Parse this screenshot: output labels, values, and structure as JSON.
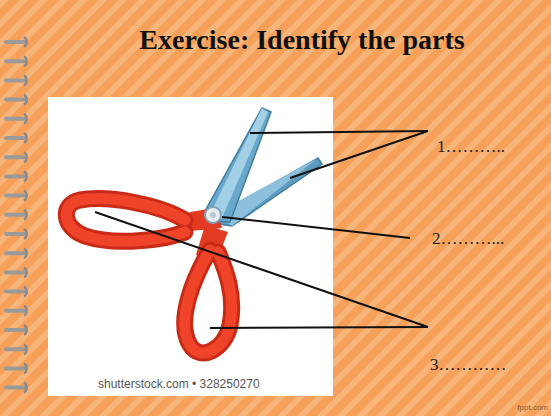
{
  "diagram": {
    "title": "Exercise: Identify the parts",
    "labels": [
      "1………..",
      "2………...",
      "3…………",
      "shutterstock.com • 328250270",
      "fppt.com"
    ]
  }
}
